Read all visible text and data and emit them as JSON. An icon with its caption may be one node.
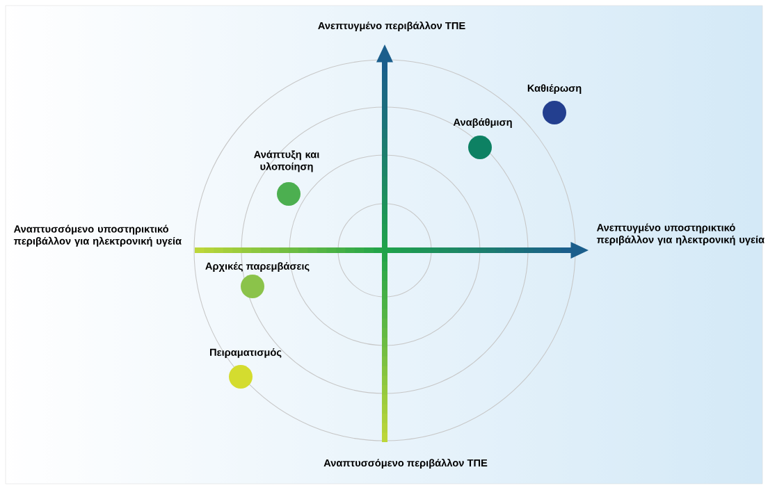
{
  "diagram": {
    "nodes": [
      {
        "text": [
          "Καθιέρωση"
        ]
      },
      {
        "text": [
          "Αναβάθμιση"
        ]
      },
      {
        "text": [
          "Ανάπτυξη και υλοποίηση"
        ]
      },
      {
        "text": [
          "Αρχικές παρεμβάσεις"
        ]
      },
      {
        "text": [
          "Πειραματισμός"
        ]
      }
    ],
    "labels": [
      "Ανεπτυγμένο περιβάλλον ΤΠΕ",
      "Αναπτυσσόμενο υποστηρικτικό περιβάλλον για ηλεκτρονική υγεία",
      "Ανεπτυγμένο υποστηρικτικό περιβάλλον για ηλεκτρονική υγεία",
      "Αναπτυσσόμενο περιβάλλον ΤΠΕ"
    ]
  }
}
